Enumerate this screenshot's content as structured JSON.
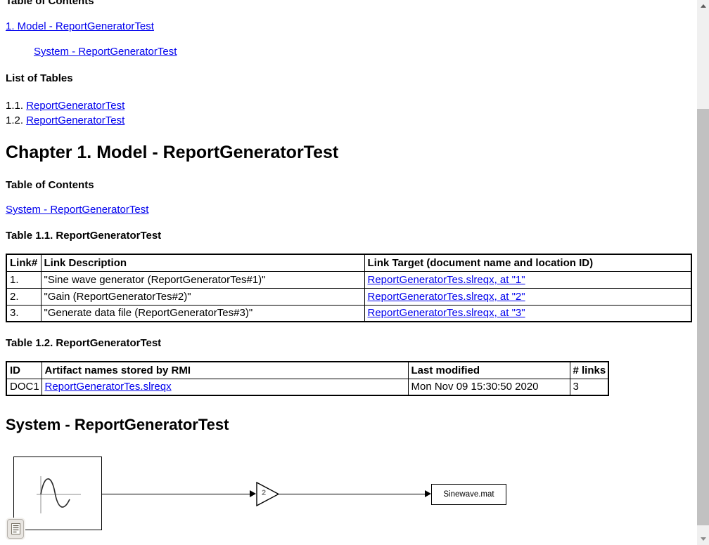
{
  "colors": {
    "link": "#0000ee",
    "text": "#000000",
    "scrollbar_track": "#f0f0f0",
    "scrollbar_thumb": "#c1c1c1"
  },
  "icons": {
    "scrollbar_up": "up-triangle",
    "scrollbar_down": "down-triangle",
    "annotation_badge": "document-icon",
    "sine_block": "sine-wave-icon"
  },
  "toc": {
    "title": "Table of Contents",
    "links": [
      {
        "label": "1. Model - ReportGeneratorTest"
      },
      {
        "label": "System - ReportGeneratorTest"
      }
    ]
  },
  "lot": {
    "title": "List of Tables",
    "entries": [
      {
        "number": "1.1. ",
        "label": "ReportGeneratorTest"
      },
      {
        "number": "1.2. ",
        "label": "ReportGeneratorTest"
      }
    ]
  },
  "chapter": {
    "title": "Chapter 1. Model - ReportGeneratorTest",
    "toc_title": "Table of Contents",
    "toc_link": "System - ReportGeneratorTest"
  },
  "table1": {
    "caption": "Table 1.1. ReportGeneratorTest",
    "headers": [
      "Link#",
      "Link Description",
      "Link Target (document name and location ID)"
    ],
    "rows": [
      {
        "num": "1.",
        "description": "\"Sine wave generator (ReportGeneratorTes#1)\"",
        "target": "ReportGeneratorTes.slreqx, at \"1\""
      },
      {
        "num": "2.",
        "description": "\"Gain (ReportGeneratorTes#2)\"",
        "target": "ReportGeneratorTes.slreqx, at \"2\""
      },
      {
        "num": "3.",
        "description": "\"Generate data file (ReportGeneratorTes#3)\"",
        "target": "ReportGeneratorTes.slreqx, at \"3\""
      }
    ]
  },
  "table2": {
    "caption": "Table 1.2. ReportGeneratorTest",
    "headers": [
      "ID",
      "Artifact names stored by RMI",
      "Last modified",
      "# links"
    ],
    "rows": [
      {
        "id": "DOC1",
        "artifact": "ReportGeneratorTes.slreqx",
        "modified": "Mon Nov 09 15:30:50 2020",
        "links": "3"
      }
    ]
  },
  "system": {
    "title": "System - ReportGeneratorTest",
    "diagram": {
      "gain_value": "2",
      "sink_label": "Sinewave.mat"
    }
  }
}
